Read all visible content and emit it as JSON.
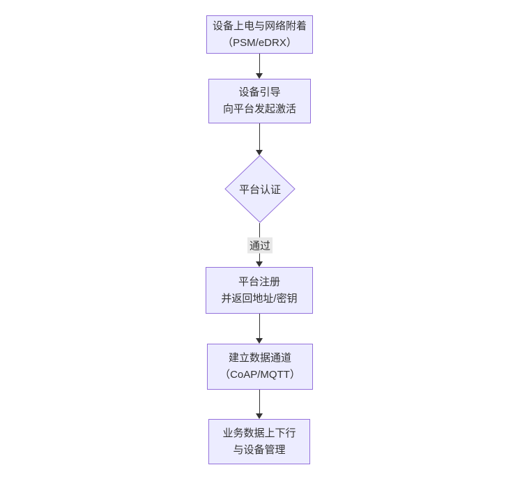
{
  "diagram": {
    "type": "flowchart",
    "direction": "top-down",
    "nodes": [
      {
        "id": "power-attach",
        "shape": "rect",
        "lines": [
          "设备上电与网络附着",
          "（PSM/eDRX）"
        ]
      },
      {
        "id": "bootstrap",
        "shape": "rect",
        "lines": [
          "设备引导",
          "向平台发起激活"
        ]
      },
      {
        "id": "platform-auth",
        "shape": "diamond",
        "lines": [
          "平台认证"
        ]
      },
      {
        "id": "platform-register",
        "shape": "rect",
        "lines": [
          "平台注册",
          "并返回地址/密钥"
        ]
      },
      {
        "id": "data-channel",
        "shape": "rect",
        "lines": [
          "建立数据通道",
          "（CoAP/MQTT）"
        ]
      },
      {
        "id": "business-data",
        "shape": "rect",
        "lines": [
          "业务数据上下行",
          "与设备管理"
        ]
      }
    ],
    "edges": [
      {
        "from": "power-attach",
        "to": "bootstrap"
      },
      {
        "from": "bootstrap",
        "to": "platform-auth"
      },
      {
        "from": "platform-auth",
        "to": "platform-register",
        "label": "通过"
      },
      {
        "from": "platform-register",
        "to": "data-channel"
      },
      {
        "from": "data-channel",
        "to": "business-data"
      }
    ],
    "colors": {
      "node_fill": "#ECECFF",
      "node_border": "#9370DB",
      "text_color": "#333333",
      "edge_color": "#333333",
      "edge_label_bg": "#e8e8e8",
      "canvas_bg": "#ffffff"
    }
  }
}
